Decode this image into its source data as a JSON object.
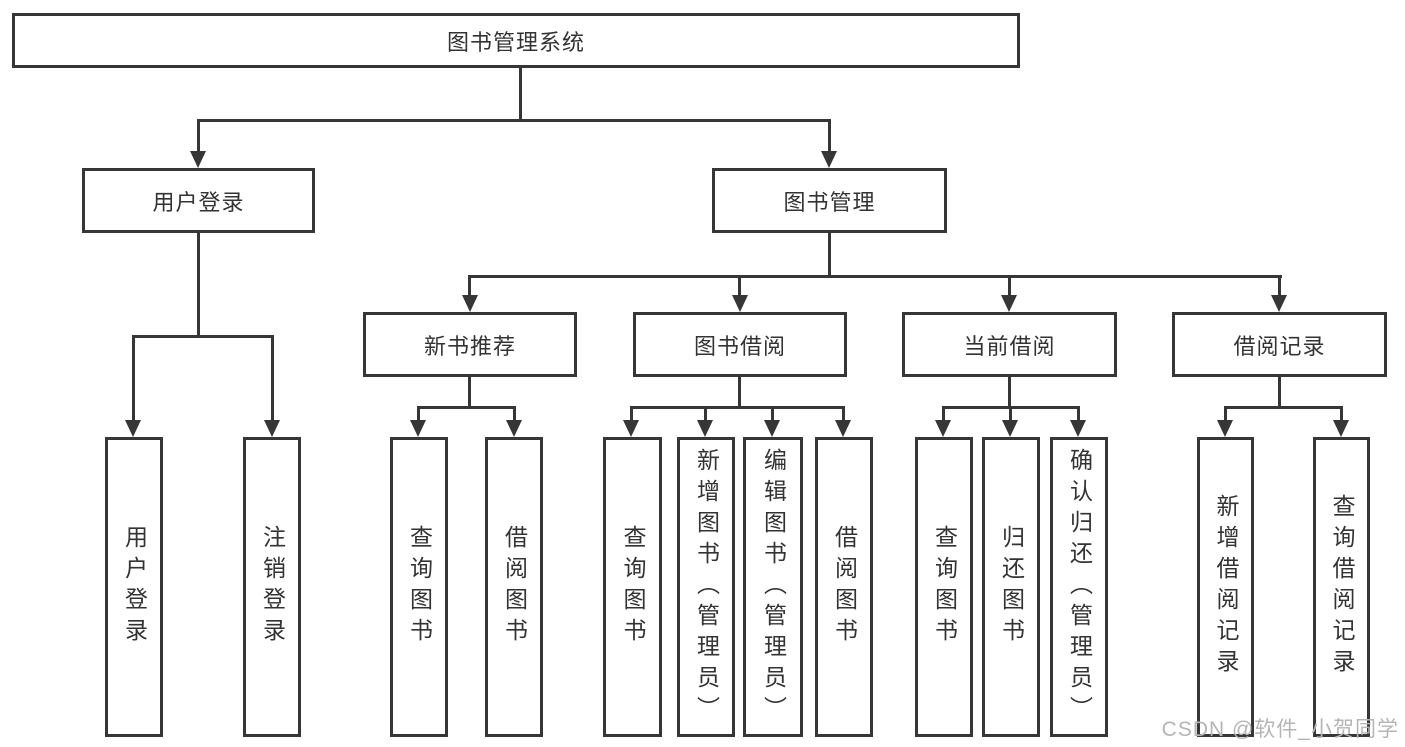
{
  "diagram": {
    "type": "tree-functional-structure",
    "colors": {
      "line": "#363636",
      "text": "#333333",
      "box_bg": "#ffffff",
      "watermark": "#b5b5b5"
    },
    "nodes": {
      "root": "图书管理系统",
      "user_login": "用户登录",
      "book_mgmt": "图书管理",
      "new_book_rec": "新书推荐",
      "book_borrow": "图书借阅",
      "current_borrow": "当前借阅",
      "borrow_records": "借阅记录",
      "leaf_user_login": "用户登录",
      "leaf_logout": "注销登录",
      "leaf_query_books_rec": "查询图书",
      "leaf_borrow_books_rec": "借阅图书",
      "leaf_query_books_borrow": "查询图书",
      "leaf_add_book_admin": "新增图书（管理员）",
      "leaf_edit_book_admin": "编辑图书（管理员）",
      "leaf_borrow_books_borrow": "借阅图书",
      "leaf_query_books_current": "查询图书",
      "leaf_return_books": "归还图书",
      "leaf_confirm_return_admin": "确认归还（管理员）",
      "leaf_add_borrow_record": "新增借阅记录",
      "leaf_query_borrow_record": "查询借阅记录"
    },
    "hierarchy": {
      "图书管理系统": {
        "用户登录": [
          "用户登录",
          "注销登录"
        ],
        "图书管理": {
          "新书推荐": [
            "查询图书",
            "借阅图书"
          ],
          "图书借阅": [
            "查询图书",
            "新增图书（管理员）",
            "编辑图书（管理员）",
            "借阅图书"
          ],
          "当前借阅": [
            "查询图书",
            "归还图书",
            "确认归还（管理员）"
          ],
          "借阅记录": [
            "新增借阅记录",
            "查询借阅记录"
          ]
        }
      }
    },
    "watermark": "CSDN @软件_小贺同学"
  }
}
